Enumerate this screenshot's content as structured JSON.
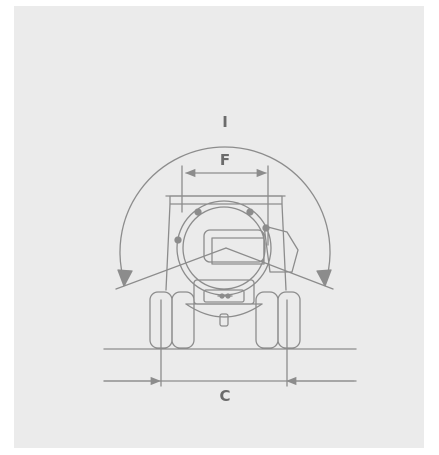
{
  "diagram": {
    "labels": {
      "swing_angle": "I",
      "frame_width": "F",
      "track_width": "C"
    },
    "colors": {
      "background": "#ebebeb",
      "line": "#8c8c8c",
      "label": "#6b6b6b"
    },
    "icons": [
      "arrowhead-icon",
      "sprayer-machine-icon"
    ]
  }
}
